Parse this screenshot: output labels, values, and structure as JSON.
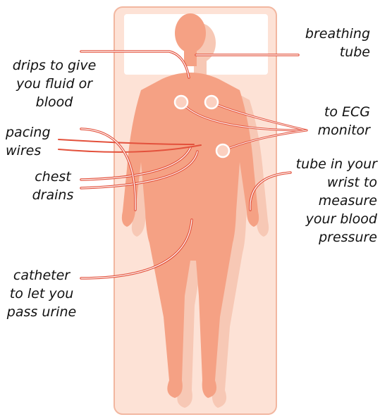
{
  "colors": {
    "bed": "#fde2d6",
    "bed_border": "#f2b7a0",
    "pillow": "#ffffff",
    "body": "#f5a184",
    "shadow": "#f7c8b5",
    "tube": "#e3513c",
    "tube_inner": "#ffffff",
    "label_text": "#111111"
  },
  "labels": {
    "drips": [
      "drips to give",
      "you fluid or",
      "blood"
    ],
    "pacing": [
      "pacing",
      "wires"
    ],
    "chest": [
      "chest",
      "drains"
    ],
    "catheter": [
      "catheter",
      "to let you",
      "pass urine"
    ],
    "breathing": [
      "breathing",
      "tube"
    ],
    "ecg": [
      "to ECG",
      "monitor"
    ],
    "wrist": [
      "tube in your",
      "wrist to",
      "measure",
      "your blood",
      "pressure"
    ]
  }
}
